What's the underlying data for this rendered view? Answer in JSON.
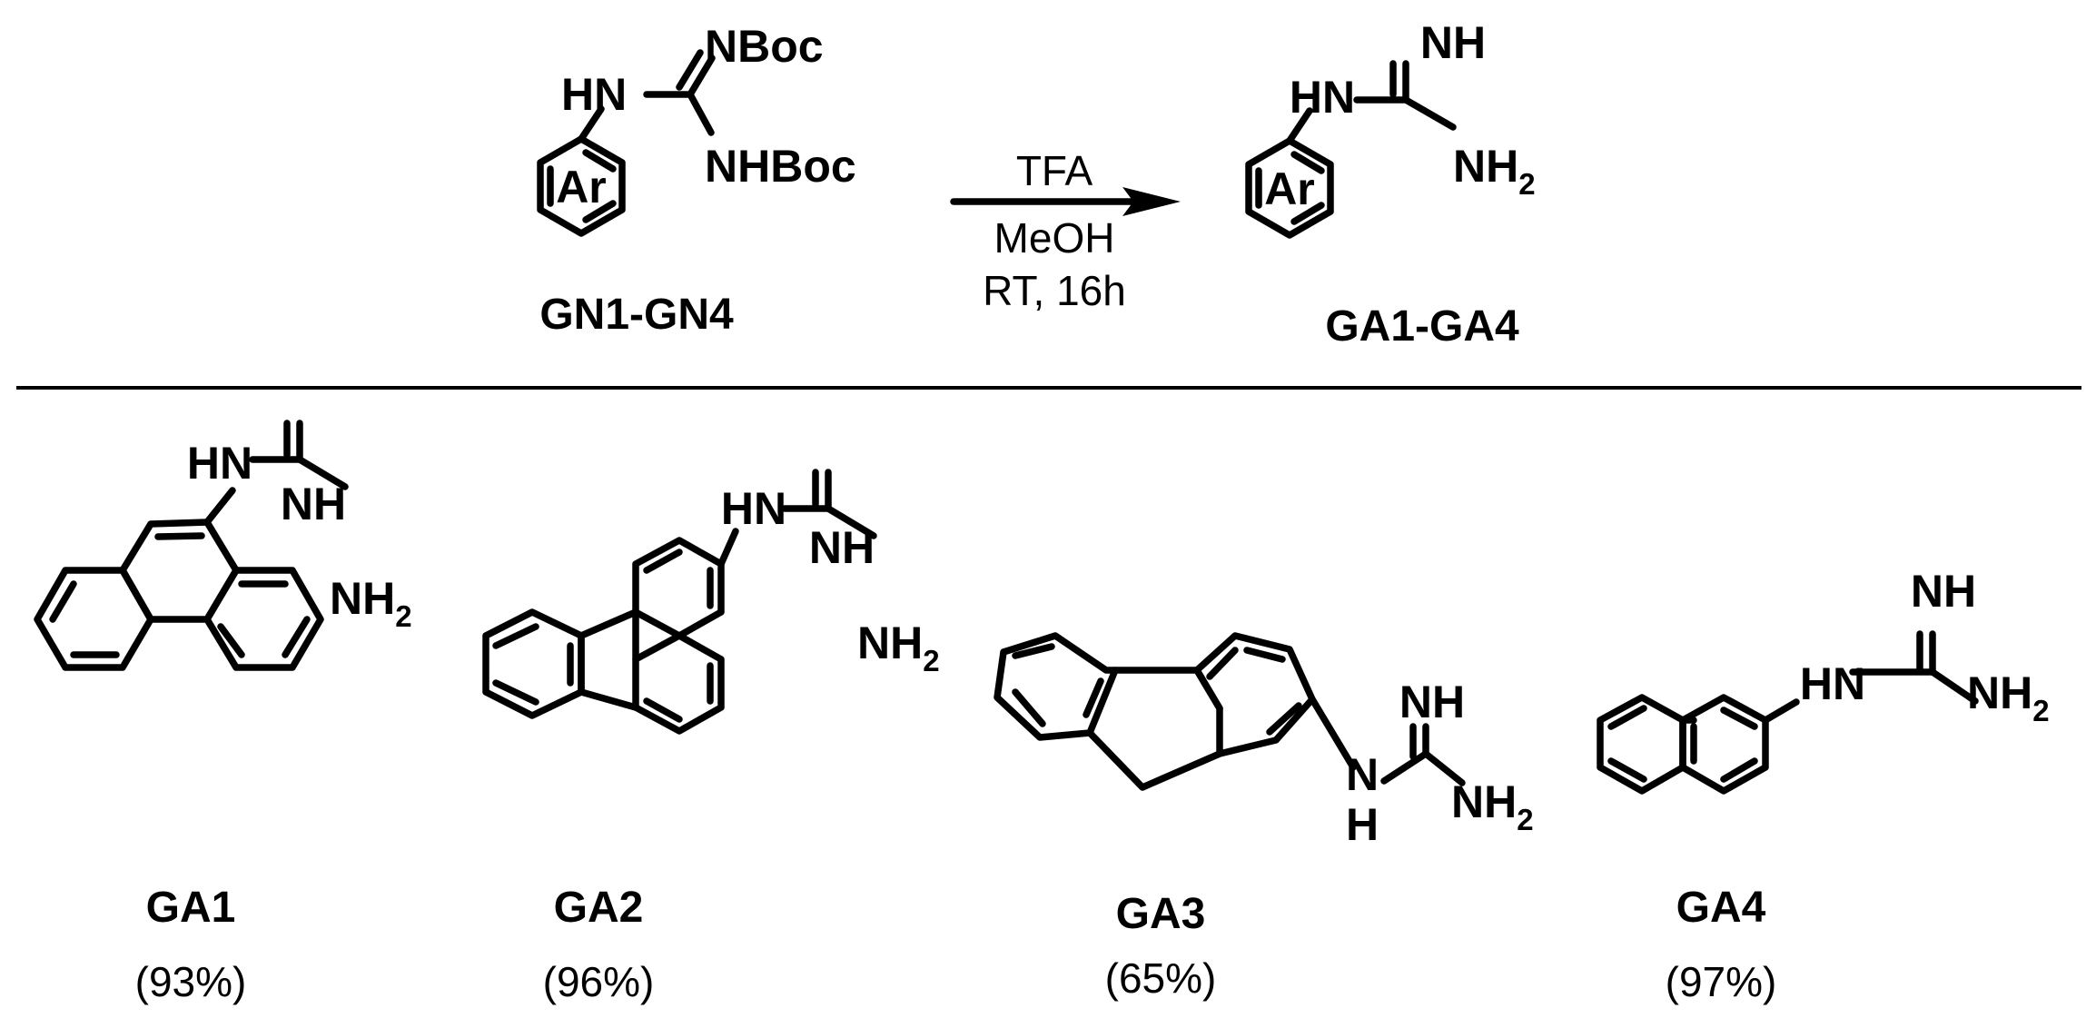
{
  "scheme": {
    "reactant": {
      "label": "GN1-GN4",
      "ring_label": "Ar",
      "atoms": {
        "nh": "HN",
        "nboc": "NBoc",
        "nhboc": "NHBoc"
      }
    },
    "conditions": {
      "reagent": "TFA",
      "solvent": "MeOH",
      "temp_time": "RT, 16h"
    },
    "product": {
      "label": "GA1-GA4",
      "ring_label": "Ar",
      "atoms": {
        "nh_top": "NH",
        "nh_left": "HN",
        "nh2": "NH",
        "nh2_sub": "2"
      }
    }
  },
  "compounds": [
    {
      "name": "GA1",
      "yield": "(93%)"
    },
    {
      "name": "GA2",
      "yield": "(96%)"
    },
    {
      "name": "GA3",
      "yield": "(65%)"
    },
    {
      "name": "GA4",
      "yield": "(97%)"
    }
  ],
  "guanidine_atoms": {
    "imine": "NH",
    "amine": "NH",
    "amine_sub": "2",
    "link": "HN",
    "link_n": "N",
    "link_h": "H"
  }
}
